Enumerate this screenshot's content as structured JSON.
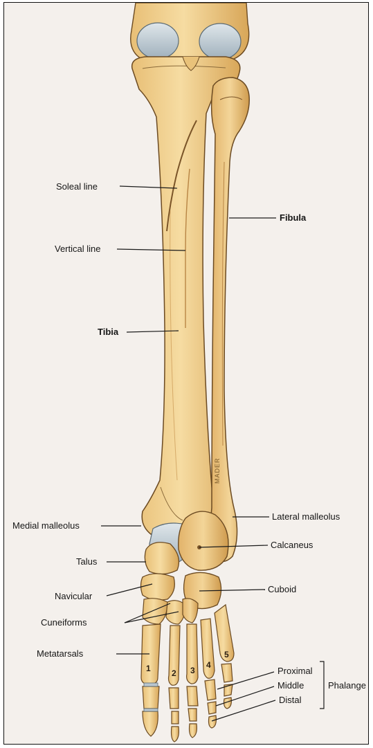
{
  "labels": {
    "soleal_line": "Soleal line",
    "vertical_line": "Vertical line",
    "tibia": "Tibia",
    "fibula": "Fibula",
    "medial_malleolus": "Medial malleolus",
    "lateral_malleolus": "Lateral malleolus",
    "calcaneus": "Calcaneus",
    "talus": "Talus",
    "navicular": "Navicular",
    "cuboid": "Cuboid",
    "cuneiforms": "Cuneiforms",
    "metatarsals": "Metatarsals",
    "proximal": "Proximal",
    "middle": "Middle",
    "distal": "Distal",
    "phalanges": "Phalange"
  },
  "digit_numbers": [
    "1",
    "2",
    "3",
    "4",
    "5"
  ],
  "signature": "MADER",
  "colors": {
    "bone": "#f0cd8a",
    "bone_shade": "#d9a85a",
    "cartilage": "#b9c6cf",
    "outline": "#6b4a22",
    "background": "#f4f0ec",
    "leader": "#1a1a1a"
  }
}
